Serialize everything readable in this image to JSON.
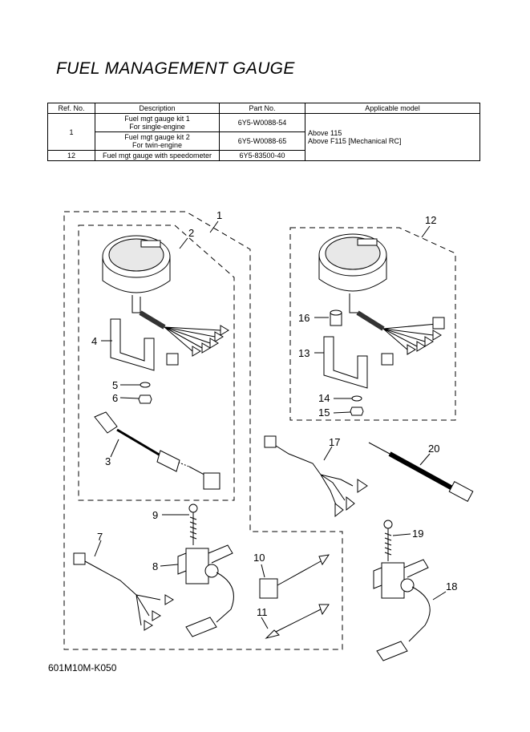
{
  "title": "FUEL MANAGEMENT GAUGE",
  "table": {
    "headers": [
      "Ref. No.",
      "Description",
      "Part No.",
      "Applicable model"
    ],
    "rows": [
      {
        "ref": "1",
        "desc_a": "Fuel mgt gauge kit 1",
        "desc_b": "For single-engine",
        "part": "6Y5-W0088-54"
      },
      {
        "ref": "",
        "desc_a": "Fuel mgt gauge kit 2",
        "desc_b": "For twin-engine",
        "part": "6Y5-W0088-65"
      },
      {
        "ref": "12",
        "desc_a": "Fuel mgt gauge with speedometer",
        "desc_b": "",
        "part": "6Y5-83500-40"
      }
    ],
    "model_line1": "Above 115",
    "model_line2": "Above F115 [Mechanical RC]"
  },
  "callouts": {
    "c1": "1",
    "c2": "2",
    "c3": "3",
    "c4": "4",
    "c5": "5",
    "c6": "6",
    "c7": "7",
    "c8": "8",
    "c9": "9",
    "c10": "10",
    "c11": "11",
    "c12": "12",
    "c13": "13",
    "c14": "14",
    "c15": "15",
    "c16": "16",
    "c17": "17",
    "c18": "18",
    "c19": "19",
    "c20": "20"
  },
  "figure_code": "601M10M-K050"
}
